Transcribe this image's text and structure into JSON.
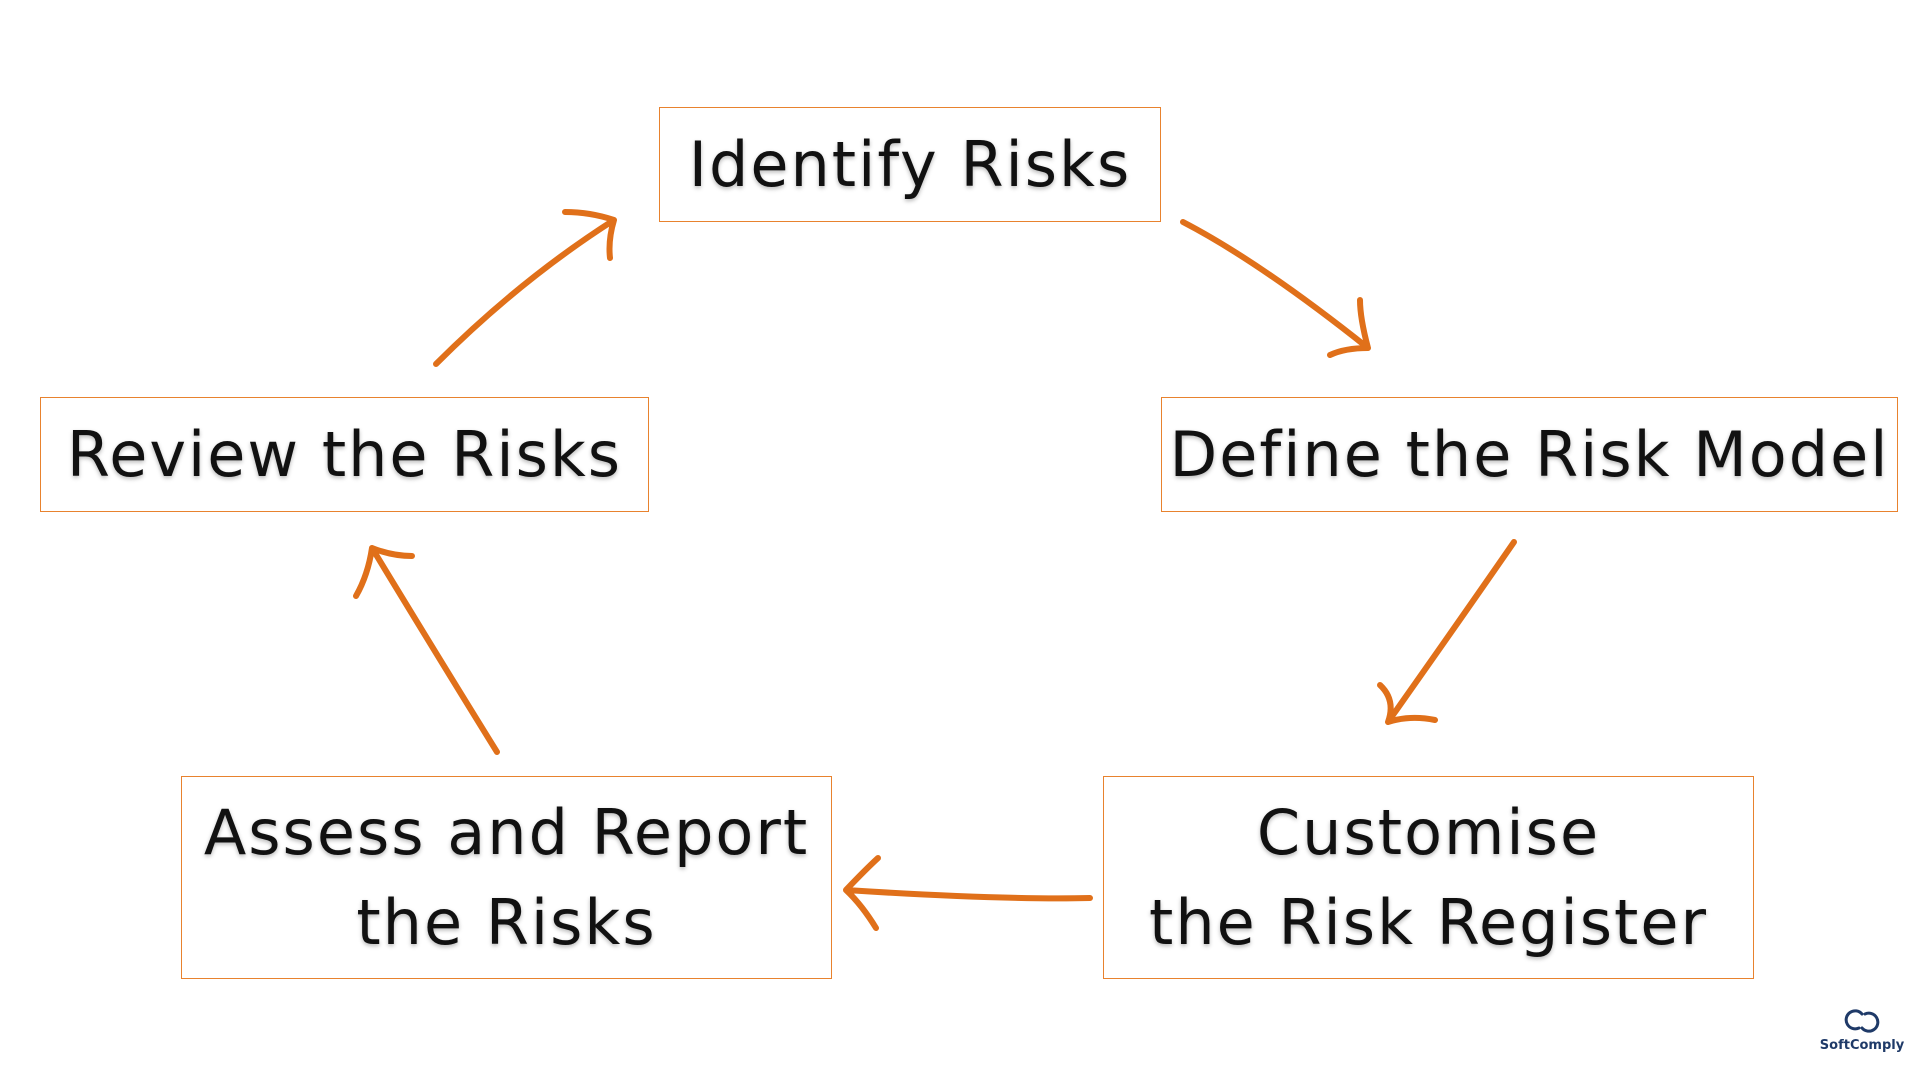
{
  "diagram": {
    "type": "cycle",
    "accent_color": "#e8822e",
    "arrow_color": "#e0701a",
    "nodes": [
      {
        "id": "identify",
        "lines": [
          "Identify Risks"
        ]
      },
      {
        "id": "define",
        "lines": [
          "Define the Risk Model"
        ]
      },
      {
        "id": "customise",
        "lines": [
          "Customise",
          "the Risk Register"
        ]
      },
      {
        "id": "assess",
        "lines": [
          "Assess and Report",
          "the Risks"
        ]
      },
      {
        "id": "review",
        "lines": [
          "Review the Risks"
        ]
      }
    ],
    "edges": [
      {
        "from": "identify",
        "to": "define"
      },
      {
        "from": "define",
        "to": "customise"
      },
      {
        "from": "customise",
        "to": "assess"
      },
      {
        "from": "assess",
        "to": "review"
      },
      {
        "from": "review",
        "to": "identify"
      }
    ]
  },
  "logo": {
    "text": "SoftComply",
    "color": "#1f3a68"
  }
}
